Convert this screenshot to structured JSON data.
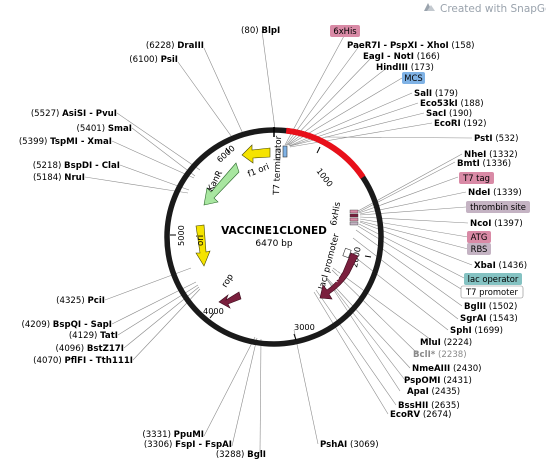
{
  "brand": {
    "text": "Created with SnapGene®",
    "icon": "snapgene-logo-icon"
  },
  "plasmid": {
    "name": "VACCINE1CLONED",
    "length_label": "6470 bp"
  },
  "colors": {
    "backbone": "#1a1a1a",
    "insert": "#e8101a",
    "kanr": "#a8e6a0",
    "yellow_feature": "#f5e300",
    "maroon_feature": "#7a1f3d",
    "pink_box": "#d98aa6",
    "blue_box": "#7fb2e5",
    "teal_box": "#84c2c2",
    "gray_box": "#c4b3c3"
  },
  "ticks": [
    "1000",
    "2000",
    "3000",
    "4000",
    "5000",
    "6000"
  ],
  "features": {
    "f1_ori": "f1 ori",
    "t7_terminator": "T7 terminator",
    "kanr": "KanR",
    "ori": "ori",
    "rop": "rop",
    "laci_promoter": "lacI promoter",
    "laci": "lacI",
    "sixhis": "6xHis"
  },
  "boxes": {
    "sixhis": "6xHis",
    "mcs": "MCS",
    "t7_tag": "T7 tag",
    "thrombin": "thrombin site",
    "atg": "ATG",
    "rbs": "RBS",
    "lac_operator": "lac operator",
    "t7_promoter": "T7 promoter"
  },
  "sites_left": [
    {
      "pos": "(6228)",
      "name": "DraIII",
      "extra": ""
    },
    {
      "pos": "(6100)",
      "name": "PsiI",
      "extra": ""
    },
    {
      "pos": "(5527)",
      "name": "AsiSI - PvuI",
      "extra": ""
    },
    {
      "pos": "(5401)",
      "name": "SmaI",
      "extra": ""
    },
    {
      "pos": "(5399)",
      "name": "TspMI - XmaI",
      "extra": ""
    },
    {
      "pos": "(5218)",
      "name": "BspDI - ClaI",
      "extra": ""
    },
    {
      "pos": "(5184)",
      "name": "NruI",
      "extra": ""
    },
    {
      "pos": "(4325)",
      "name": "PciI",
      "extra": ""
    },
    {
      "pos": "(4209)",
      "name": "BspQI - SapI",
      "extra": ""
    },
    {
      "pos": "(4129)",
      "name": "TatI",
      "extra": ""
    },
    {
      "pos": "(4096)",
      "name": "BstZ17I",
      "extra": ""
    },
    {
      "pos": "(4070)",
      "name": "PflFI - Tth111I",
      "extra": ""
    },
    {
      "pos": "(3331)",
      "name": "PpuMI",
      "extra": ""
    },
    {
      "pos": "(3306)",
      "name": "FspI - FspAI",
      "extra": ""
    },
    {
      "pos": "(3288)",
      "name": "BglI",
      "extra": ""
    }
  ],
  "sites_right": [
    {
      "name": "BlpI",
      "pos": "(80)",
      "prefix": true
    },
    {
      "name": "PaeR7I - PspXI - XhoI",
      "pos": "(158)"
    },
    {
      "name": "EagI - NotI",
      "pos": "(166)"
    },
    {
      "name": "HindIII",
      "pos": "(173)"
    },
    {
      "name": "SalI",
      "pos": "(179)"
    },
    {
      "name": "Eco53kI",
      "pos": "(188)"
    },
    {
      "name": "SacI",
      "pos": "(190)"
    },
    {
      "name": "EcoRI",
      "pos": "(192)"
    },
    {
      "name": "PstI",
      "pos": "(532)"
    },
    {
      "name": "NheI",
      "pos": "(1332)"
    },
    {
      "name": "BmtI",
      "pos": "(1336)"
    },
    {
      "name": "NdeI",
      "pos": "(1339)"
    },
    {
      "name": "NcoI",
      "pos": "(1397)"
    },
    {
      "name": "XbaI",
      "pos": "(1436)"
    },
    {
      "name": "BglII",
      "pos": "(1502)"
    },
    {
      "name": "SgrAI",
      "pos": "(1543)"
    },
    {
      "name": "SphI",
      "pos": "(1699)"
    },
    {
      "name": "MluI",
      "pos": "(2224)"
    },
    {
      "name": "BclI*",
      "pos": "(2238)",
      "gray": true
    },
    {
      "name": "NmeAIII",
      "pos": "(2430)"
    },
    {
      "name": "PspOMI",
      "pos": "(2431)"
    },
    {
      "name": "ApaI",
      "pos": "(2435)"
    },
    {
      "name": "BssHII",
      "pos": "(2635)"
    },
    {
      "name": "EcoRV",
      "pos": "(2674)"
    },
    {
      "name": "PshAI",
      "pos": "(3069)"
    }
  ]
}
